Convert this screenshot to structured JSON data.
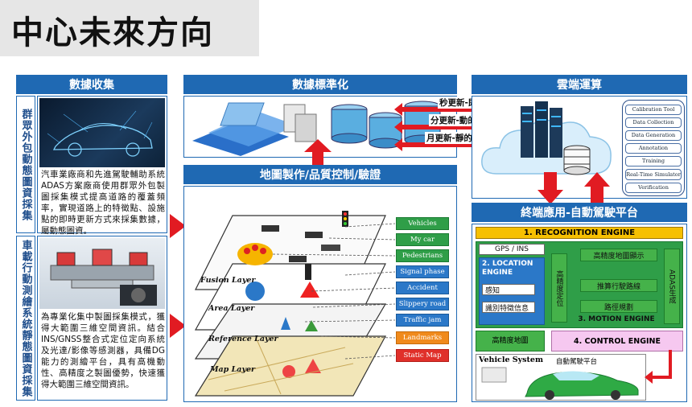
{
  "page_title": "中心未來方向",
  "collect": {
    "header": "數據收集",
    "crowd_label": "群眾外包動態圖資採集",
    "crowd_text": "汽車業廠商和先進駕駛輔助系統ADAS方案廠商使用群眾外包製圖採集模式提高道路的覆蓋頻率，實現道路上的特徵點、設施點的即時更新方式來採集數據，屬動態圖資。",
    "vehicle_label": "車載行動測繪系統靜態圖資採集",
    "vehicle_text": "為專業化集中製圖採集模式，獲得大範圍三維空間資訊。結合INS/GNSS整合式定位定向系統及光達/影像等感測器，具備DG能力的測繪平台，具有高機動性、高精度之製圖優勢，快速獲得大範圍三維空間資訊。"
  },
  "standard": {
    "header": "數據標準化"
  },
  "cloud": {
    "header": "雲端運算",
    "items": [
      "Calibration Tool",
      "Data Collection",
      "Data Generation",
      "Annotation",
      "Training",
      "Real-Time Simulator",
      "Verification"
    ]
  },
  "sync": {
    "items": [
      "秒更新-即時",
      "分更新-動的交通狀況",
      "月更新-靜的地圖數據"
    ]
  },
  "map_prod": {
    "header": "地圖製作/品質控制/驗證",
    "layers": [
      "Fusion Layer",
      "Area Layer",
      "Reference Layer",
      "Map Layer"
    ],
    "tags": [
      "Vehicles",
      "My car",
      "Pedestrians",
      "Signal phase",
      "Accident",
      "Slippery road",
      "Traffic jam",
      "Landmarks",
      "Static Map"
    ]
  },
  "terminal": {
    "header": "終端應用-自動駕駛平台",
    "recognition": "1. RECOGNITION ENGINE",
    "gps": "GPS / INS",
    "location": "2. LOCATION ENGINE",
    "hd_display": "高精度地圖顯示",
    "hd_position": "高精度定位",
    "perception": "感知",
    "feature": "識別特徵信息",
    "driving_path": "推算行駛路線",
    "path_plan": "路徑規劃",
    "motion": "3. MOTION ENGINE",
    "adas": "ADAS生成",
    "hd_map": "高精度地圖",
    "control": "4. CONTROL ENGINE",
    "vehicle_system": "Vehicle System",
    "auto_platform": "自動駕駛平台"
  }
}
